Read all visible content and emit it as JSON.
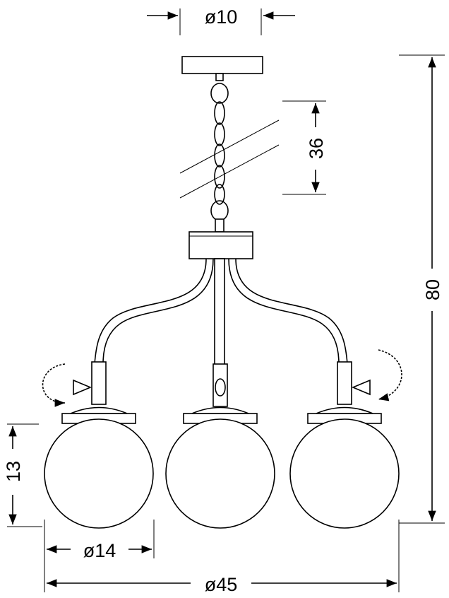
{
  "drawing": {
    "colors": {
      "line": "#000000",
      "background": "#ffffff"
    },
    "dimensions": {
      "canopy_diameter": "ø10",
      "chain_length": "36",
      "total_height": "80",
      "shade_height": "13",
      "shade_diameter": "ø14",
      "total_diameter": "ø45"
    }
  }
}
